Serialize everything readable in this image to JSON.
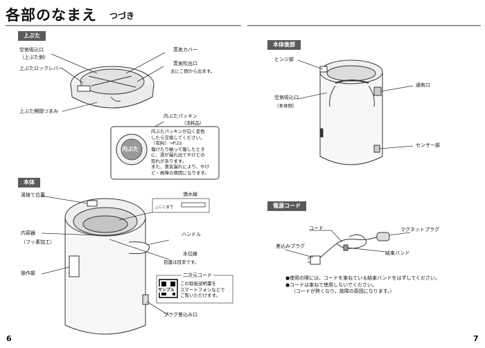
{
  "page_left": {
    "title": "各部のなまえ",
    "subtitle": "つづき",
    "page_number": "6",
    "sections": {
      "lid": {
        "tag": "上ぶた",
        "labels": {
          "air_intake": "空気吸込口",
          "air_intake_sub": "（上ぶた側）",
          "lock_lever": "上ぶたロックレバー",
          "open_knob": "上ぶた開閉つまみ",
          "steam_cover": "蒸気カバー",
          "steam_outlet": "蒸気吹出口",
          "steam_outlet_note": "主にこ側から出ます。",
          "packing": "内ぶたパッキン",
          "packing_sub": "（消耗品）",
          "inner_lid": "内ぶた"
        },
        "packing_note": [
          "内ぶたパッキンが白く変色",
          "したら交換してください。",
          "（有料）→P.22",
          "傷けたり破って傷したとき",
          "に、湯が漏れ出てやけどの",
          "恐れがあります。",
          "また、蒸気漏れにより、やけ",
          "ど・故障の原因になります。"
        ]
      },
      "body": {
        "tag": "本体",
        "labels": {
          "tilt_position": "湯捨て位置",
          "inner_pot": "内容器",
          "inner_pot_sub": "（フッ素加工）",
          "control": "操作部",
          "full_line": "満水線",
          "full_line_box": "△ここまで",
          "handle": "ハンドル",
          "water_level": "水位線",
          "water_level_note": "目盛は目安です。",
          "qr_title": "二次元コード",
          "qr_note": [
            "この取扱説明書を",
            "スマートフォンなどで",
            "ご覧いただけます。"
          ],
          "sample": "サンプル",
          "plug_socket": "プラグ差込み口"
        }
      }
    }
  },
  "page_right": {
    "page_number": "7",
    "sections": {
      "back": {
        "tag": "本体後部",
        "labels": {
          "hinge": "ヒンジ部",
          "air_intake": "空気吸込口",
          "air_intake_sub": "（本体側）",
          "vent": "通気口",
          "sensor": "センサー部"
        }
      },
      "cord": {
        "tag": "電源コード",
        "labels": {
          "cord": "コード",
          "magnet_plug": "マグネットプラグ",
          "plug": "差込みプラグ",
          "band": "結束バンド"
        },
        "notes": [
          "●使用の際には、コードを束ねている結束バンドをはずしてください。",
          "●コードは束ねて使用しないでください。",
          "（コードが熱くなり、故障の原因になります。）"
        ]
      }
    }
  }
}
